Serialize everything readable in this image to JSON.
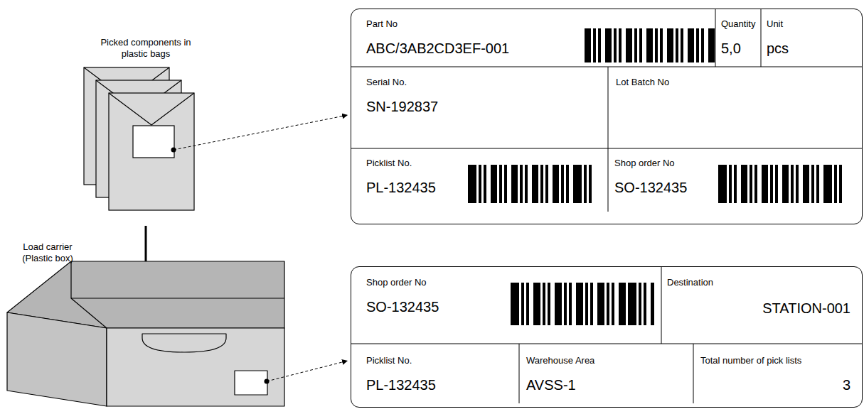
{
  "diagram": {
    "nodes": [
      {
        "text": [
          "Part No",
          "ABC/3AB2CD3EF-001",
          "Quantity",
          "5,0",
          "Unit",
          "pcs",
          "Serial No.",
          "SN-192837",
          "Lot Batch No",
          "Picklist No.",
          "PL-132435",
          "Shop order No",
          "SO-132435"
        ]
      },
      {
        "text": [
          "Shop order No",
          "SO-132435",
          "Destination",
          "STATION-001",
          "Picklist No.",
          "PL-132435",
          "Warehouse Area",
          "AVSS-1",
          "Total number of pick lists",
          "3"
        ]
      }
    ],
    "labels": [
      "Picked components in plastic bags",
      "Load carrier (Plastic box)"
    ]
  }
}
